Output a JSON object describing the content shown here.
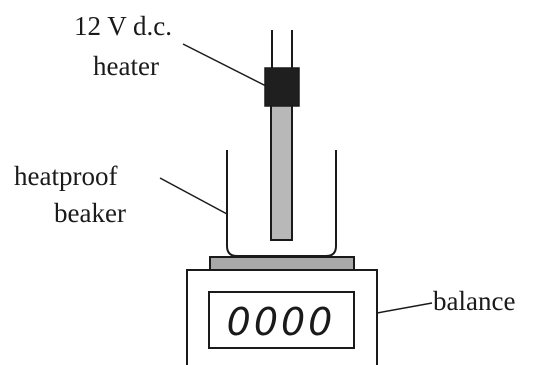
{
  "labels": {
    "heater_line1": "12 V d.c.",
    "heater_line2": "heater",
    "beaker_line1": "heatproof",
    "beaker_line2": "beaker",
    "balance": "balance"
  },
  "display": {
    "reading": "0000"
  },
  "colors": {
    "ink": "#1a1a1a",
    "heater_rod": "#b8b8b8",
    "heater_clamp": "#1f1f1f",
    "balance_pan": "#a9a9a9",
    "background": "#ffffff"
  }
}
